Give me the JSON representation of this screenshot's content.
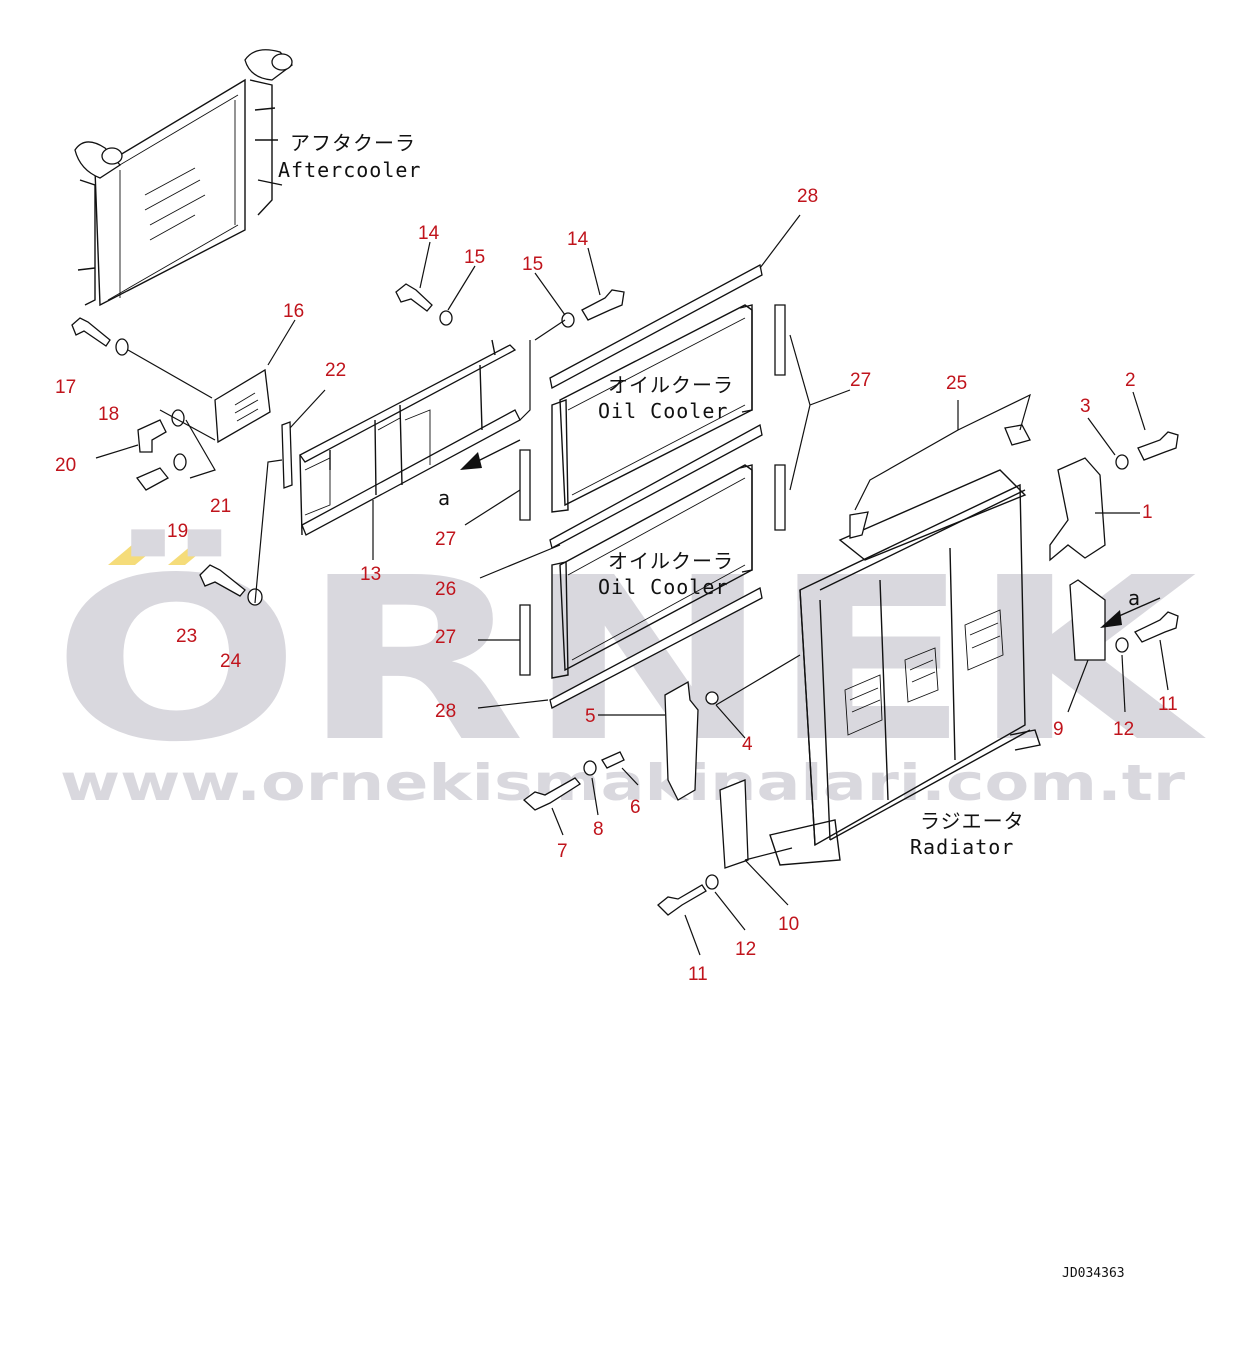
{
  "labels": {
    "aftercooler_jp": "アフタクーラ",
    "aftercooler_en": "Aftercooler",
    "oilcooler1_jp": "オイルクーラ",
    "oilcooler1_en": "Oil Cooler",
    "oilcooler2_jp": "オイルクーラ",
    "oilcooler2_en": "Oil Cooler",
    "radiator_jp": "ラジエータ",
    "radiator_en": "Radiator",
    "view_a_1": "a",
    "view_a_2": "a"
  },
  "callouts": {
    "c1": "1",
    "c2": "2",
    "c3": "3",
    "c4": "4",
    "c5": "5",
    "c6": "6",
    "c7": "7",
    "c8": "8",
    "c9": "9",
    "c10": "10",
    "c11a": "11",
    "c11b": "11",
    "c12a": "12",
    "c12b": "12",
    "c13": "13",
    "c14a": "14",
    "c14b": "14",
    "c15a": "15",
    "c15b": "15",
    "c16": "16",
    "c17": "17",
    "c18": "18",
    "c19": "19",
    "c20": "20",
    "c21": "21",
    "c22": "22",
    "c23": "23",
    "c24": "24",
    "c25": "25",
    "c26": "26",
    "c27a": "27",
    "c27b": "27",
    "c27c": "27",
    "c28a": "28",
    "c28b": "28"
  },
  "drawing_code": "JD034363",
  "watermark": {
    "brand": "ÖRNEK",
    "url": "www.ornekismakinalari.com.tr",
    "color": "#d9d8de",
    "accent": "#f5dc7a"
  },
  "colors": {
    "callout": "#c0141c",
    "line": "#111111"
  }
}
